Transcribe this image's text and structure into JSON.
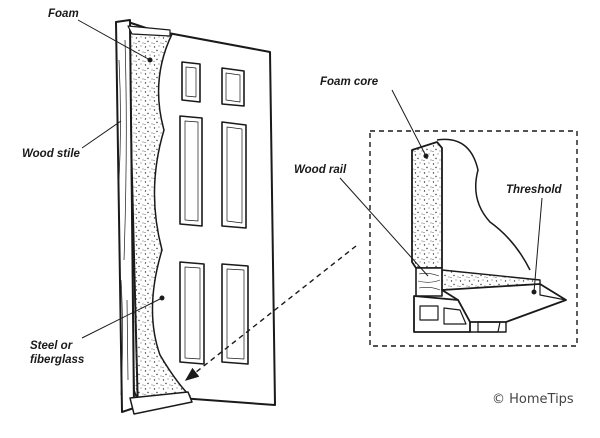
{
  "labels": {
    "foam": "Foam",
    "wood_stile": "Wood stile",
    "steel_line1": "Steel or",
    "steel_line2": "fiberglass",
    "foam_core": "Foam core",
    "wood_rail": "Wood rail",
    "threshold": "Threshold"
  },
  "credit": "© HomeTips",
  "colors": {
    "line": "#1a1a1a",
    "background": "#ffffff"
  }
}
